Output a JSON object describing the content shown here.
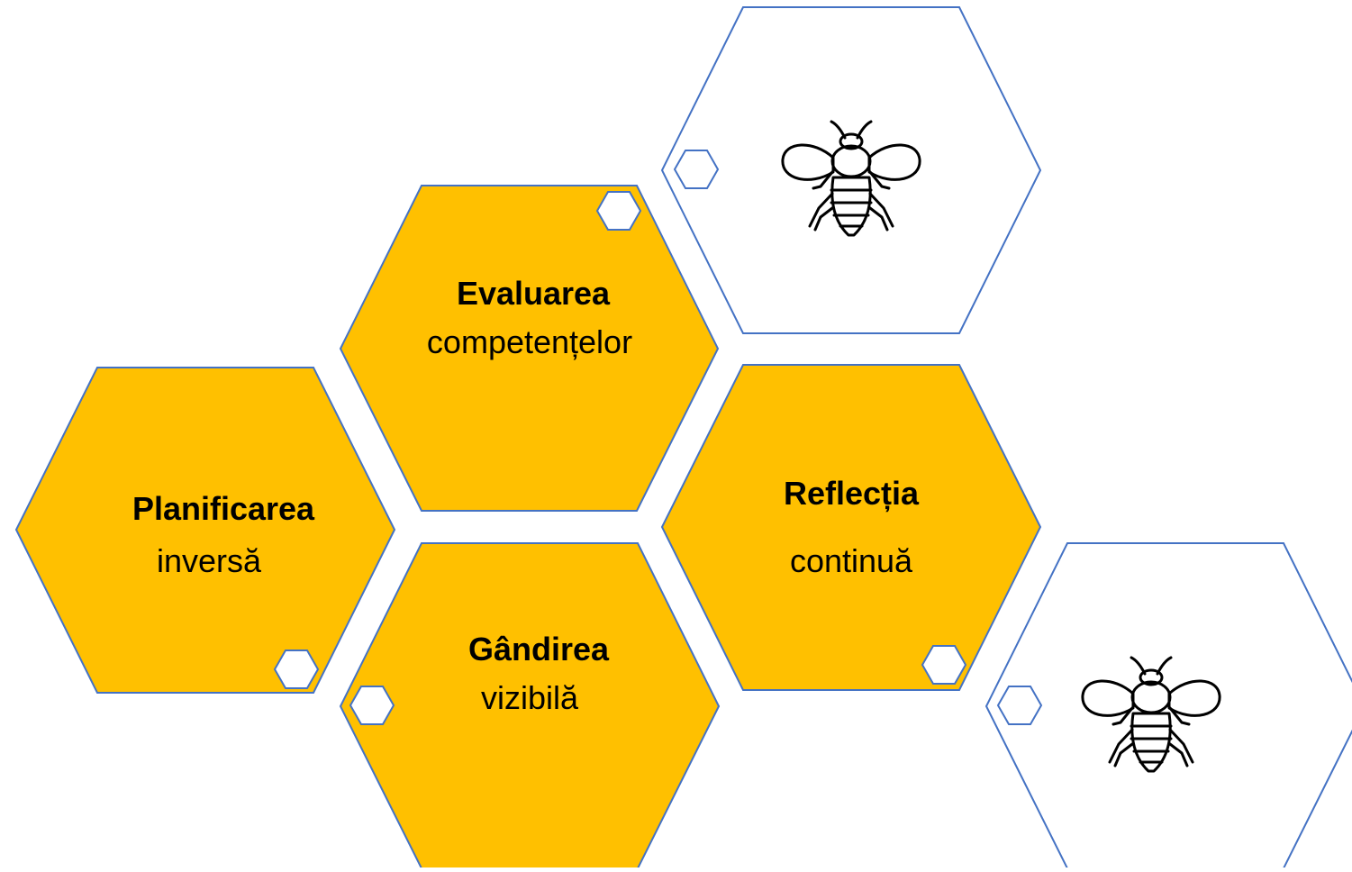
{
  "hexagons": [
    {
      "id": "evaluarea",
      "bold": "Evaluarea",
      "regular": "competențelor"
    },
    {
      "id": "planificarea",
      "bold": "Planificarea",
      "regular": "inversă"
    },
    {
      "id": "gandirea",
      "bold": "Gândirea",
      "regular": "vizibilă"
    },
    {
      "id": "reflectia",
      "bold": "Reflecția",
      "regular": "continuă"
    }
  ],
  "colors": {
    "gold": "#FFC000",
    "outline": "#4472C4",
    "bee": "#000000"
  },
  "icons": {
    "bee_top": "bee-icon",
    "bee_bottom": "bee-icon"
  }
}
